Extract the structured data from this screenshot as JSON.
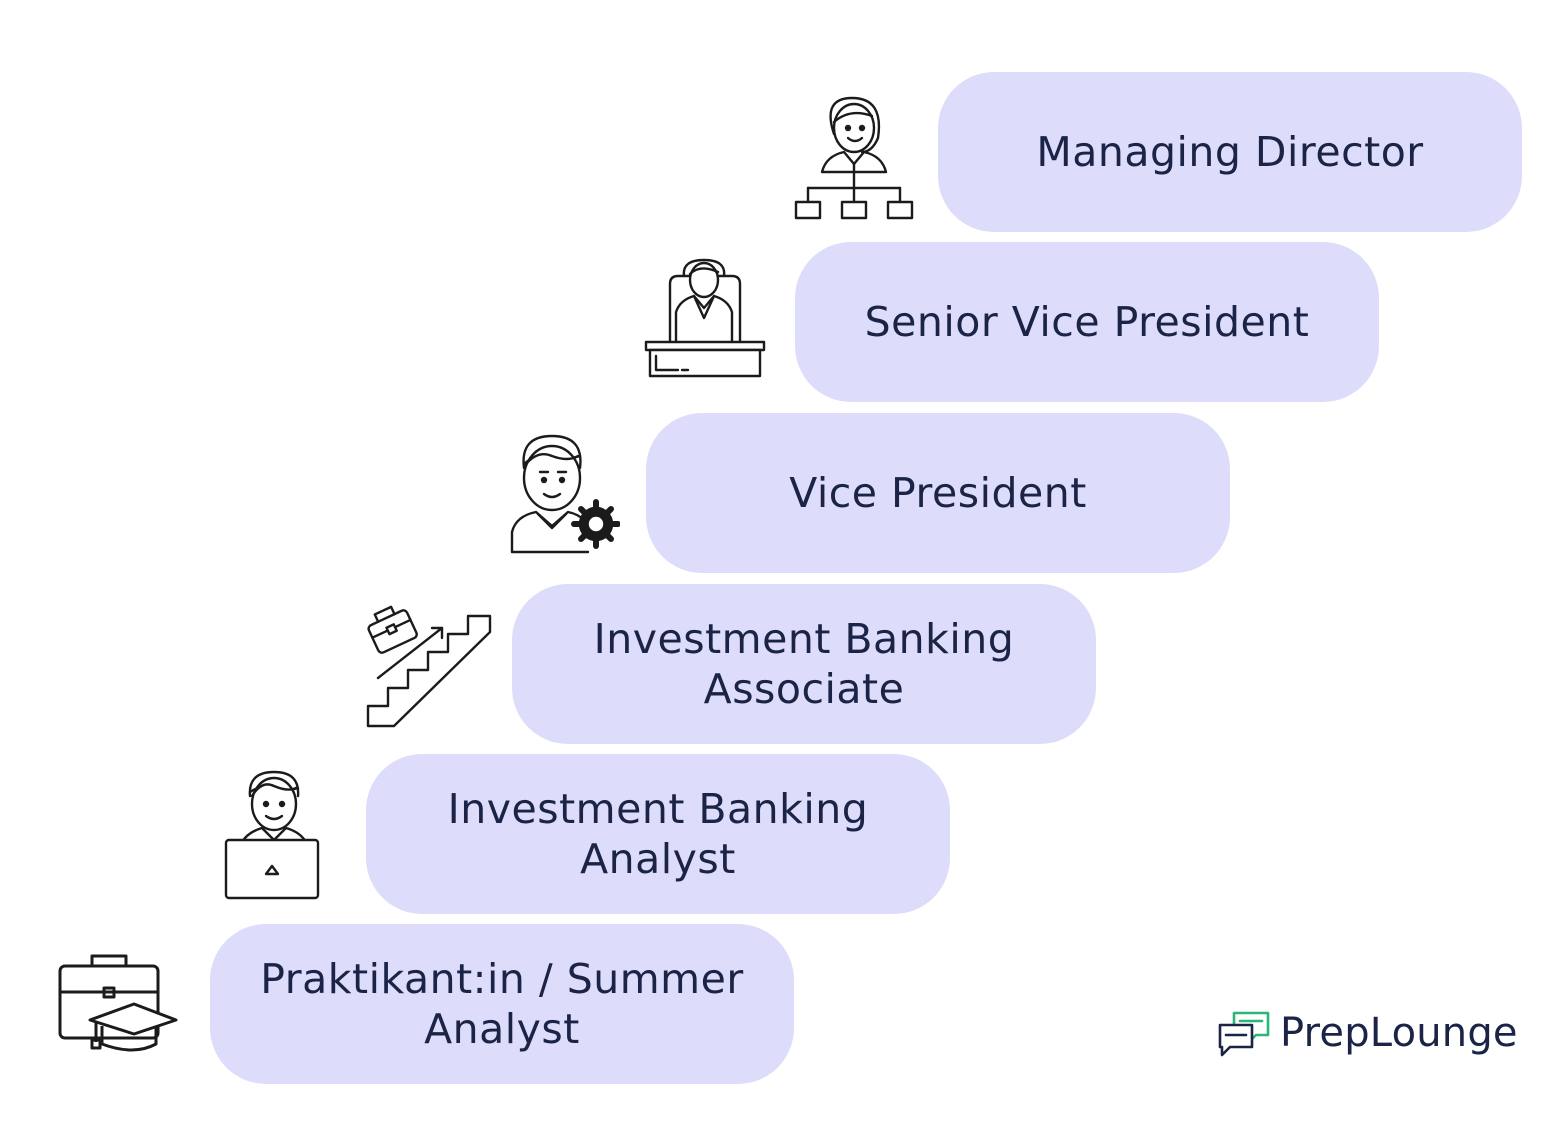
{
  "steps": [
    {
      "label": "Praktikant:in / Summer\nAnalyst",
      "icon": "briefcase-graduation-cap-icon"
    },
    {
      "label": "Investment Banking\nAnalyst",
      "icon": "analyst-laptop-icon"
    },
    {
      "label": "Investment Banking\nAssociate",
      "icon": "career-stairs-icon"
    },
    {
      "label": "Vice President",
      "icon": "man-gear-icon"
    },
    {
      "label": "Senior Vice President",
      "icon": "executive-desk-icon"
    },
    {
      "label": "Managing Director",
      "icon": "director-org-chart-icon"
    }
  ],
  "logo": {
    "text": "PrepLounge",
    "icon": "chat-bubbles-icon"
  },
  "colors": {
    "step_fill": "#dedcfb",
    "text": "#1b2446",
    "logo_accent": "#2bb673",
    "icon_stroke": "#1b1b1b"
  }
}
